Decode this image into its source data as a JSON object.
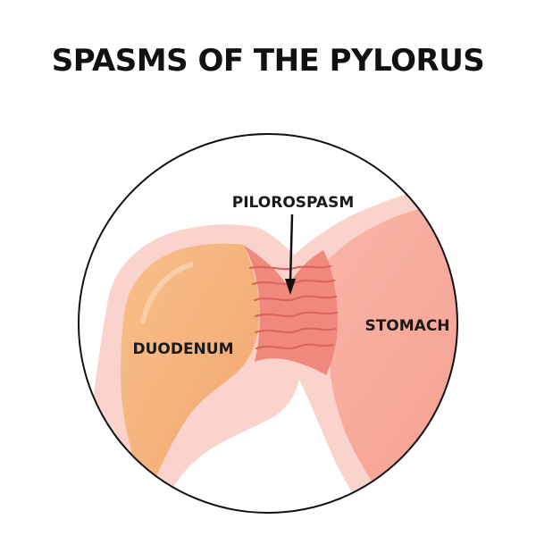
{
  "title": "SPASMS OF THE PYLORUS",
  "labels": {
    "pylorospasm": "PILOROSPASM",
    "duodenum": "DUODENUM",
    "stomach": "STOMACH"
  },
  "colors": {
    "outer_wall": "#fbd3cd",
    "duodenum_fill": "#f6b17a",
    "stomach_fill": "#f7a596",
    "pylorus_fill": "#f0887d",
    "fold_stroke": "#d9665e",
    "circle_stroke": "#111111"
  }
}
